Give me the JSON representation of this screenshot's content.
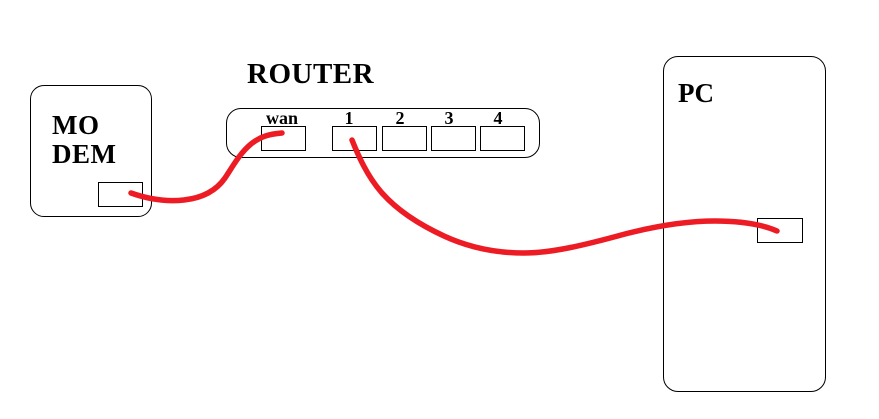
{
  "diagram": {
    "modem": {
      "label_line1": "MO",
      "label_line2": "DEM",
      "port_count": 1
    },
    "router": {
      "title": "ROUTER",
      "port_labels": [
        "wan",
        "1",
        "2",
        "3",
        "4"
      ]
    },
    "pc": {
      "label": "PC",
      "port_count": 1
    },
    "connections": [
      {
        "from": "modem-port",
        "to": "router-wan-port"
      },
      {
        "from": "router-port-1",
        "to": "pc-port"
      }
    ],
    "colors": {
      "cable": "#ed1c24",
      "outline": "#000000",
      "background": "#ffffff"
    }
  }
}
